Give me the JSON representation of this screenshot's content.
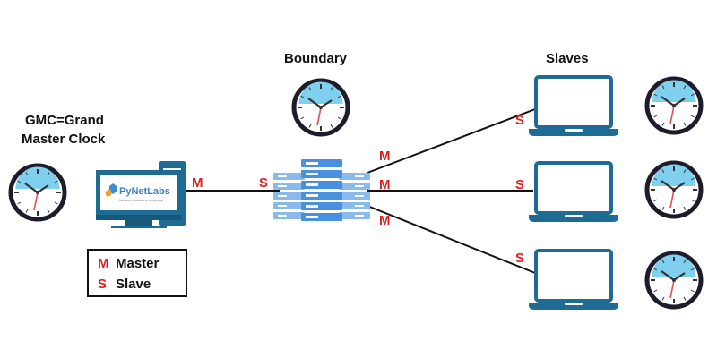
{
  "labels": {
    "gmc_line1": "GMC=Grand",
    "gmc_line2": "Master Clock",
    "boundary": "Boundary",
    "slaves": "Slaves",
    "pc_screen_text": "PyNetLabs",
    "pc_screen_subtext": "Network solutions company"
  },
  "ports": {
    "gmc_out": "M",
    "boundary_in": "S",
    "boundary_out_1": "M",
    "boundary_out_2": "M",
    "boundary_out_3": "M",
    "slave_1_in": "S",
    "slave_2_in": "S",
    "slave_3_in": "S"
  },
  "legend": {
    "items": [
      {
        "key": "M",
        "text": "Master"
      },
      {
        "key": "S",
        "text": "Slave"
      }
    ]
  },
  "colors": {
    "port_red": "#e02020",
    "device_blue": "#1e6b93",
    "server_blue": "#4a90e0",
    "clock_face": "#7fd0ee",
    "clock_hand": "#e05050"
  },
  "icons": [
    "clock-icon",
    "desktop-computer-icon",
    "server-rack-icon",
    "laptop-icon"
  ]
}
